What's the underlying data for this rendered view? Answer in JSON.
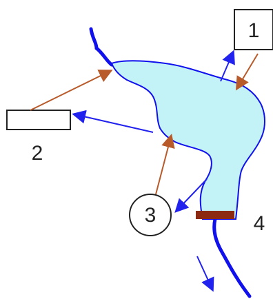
{
  "labels": {
    "box1": "1",
    "box2": "2",
    "circle3": "3",
    "dam4": "4"
  },
  "colors": {
    "water_fill": "#c4f3f7",
    "water_outline": "#1111ee",
    "blue_arrow": "#2222ee",
    "brown_arrow": "#b85a2a",
    "dam": "#8b2a10",
    "box_stroke": "#222222",
    "text": "#222222"
  },
  "icons": {
    "box1": "rectangle-box",
    "box2": "rectangle-box",
    "circle3": "circle",
    "dam4": "dam-bar"
  }
}
